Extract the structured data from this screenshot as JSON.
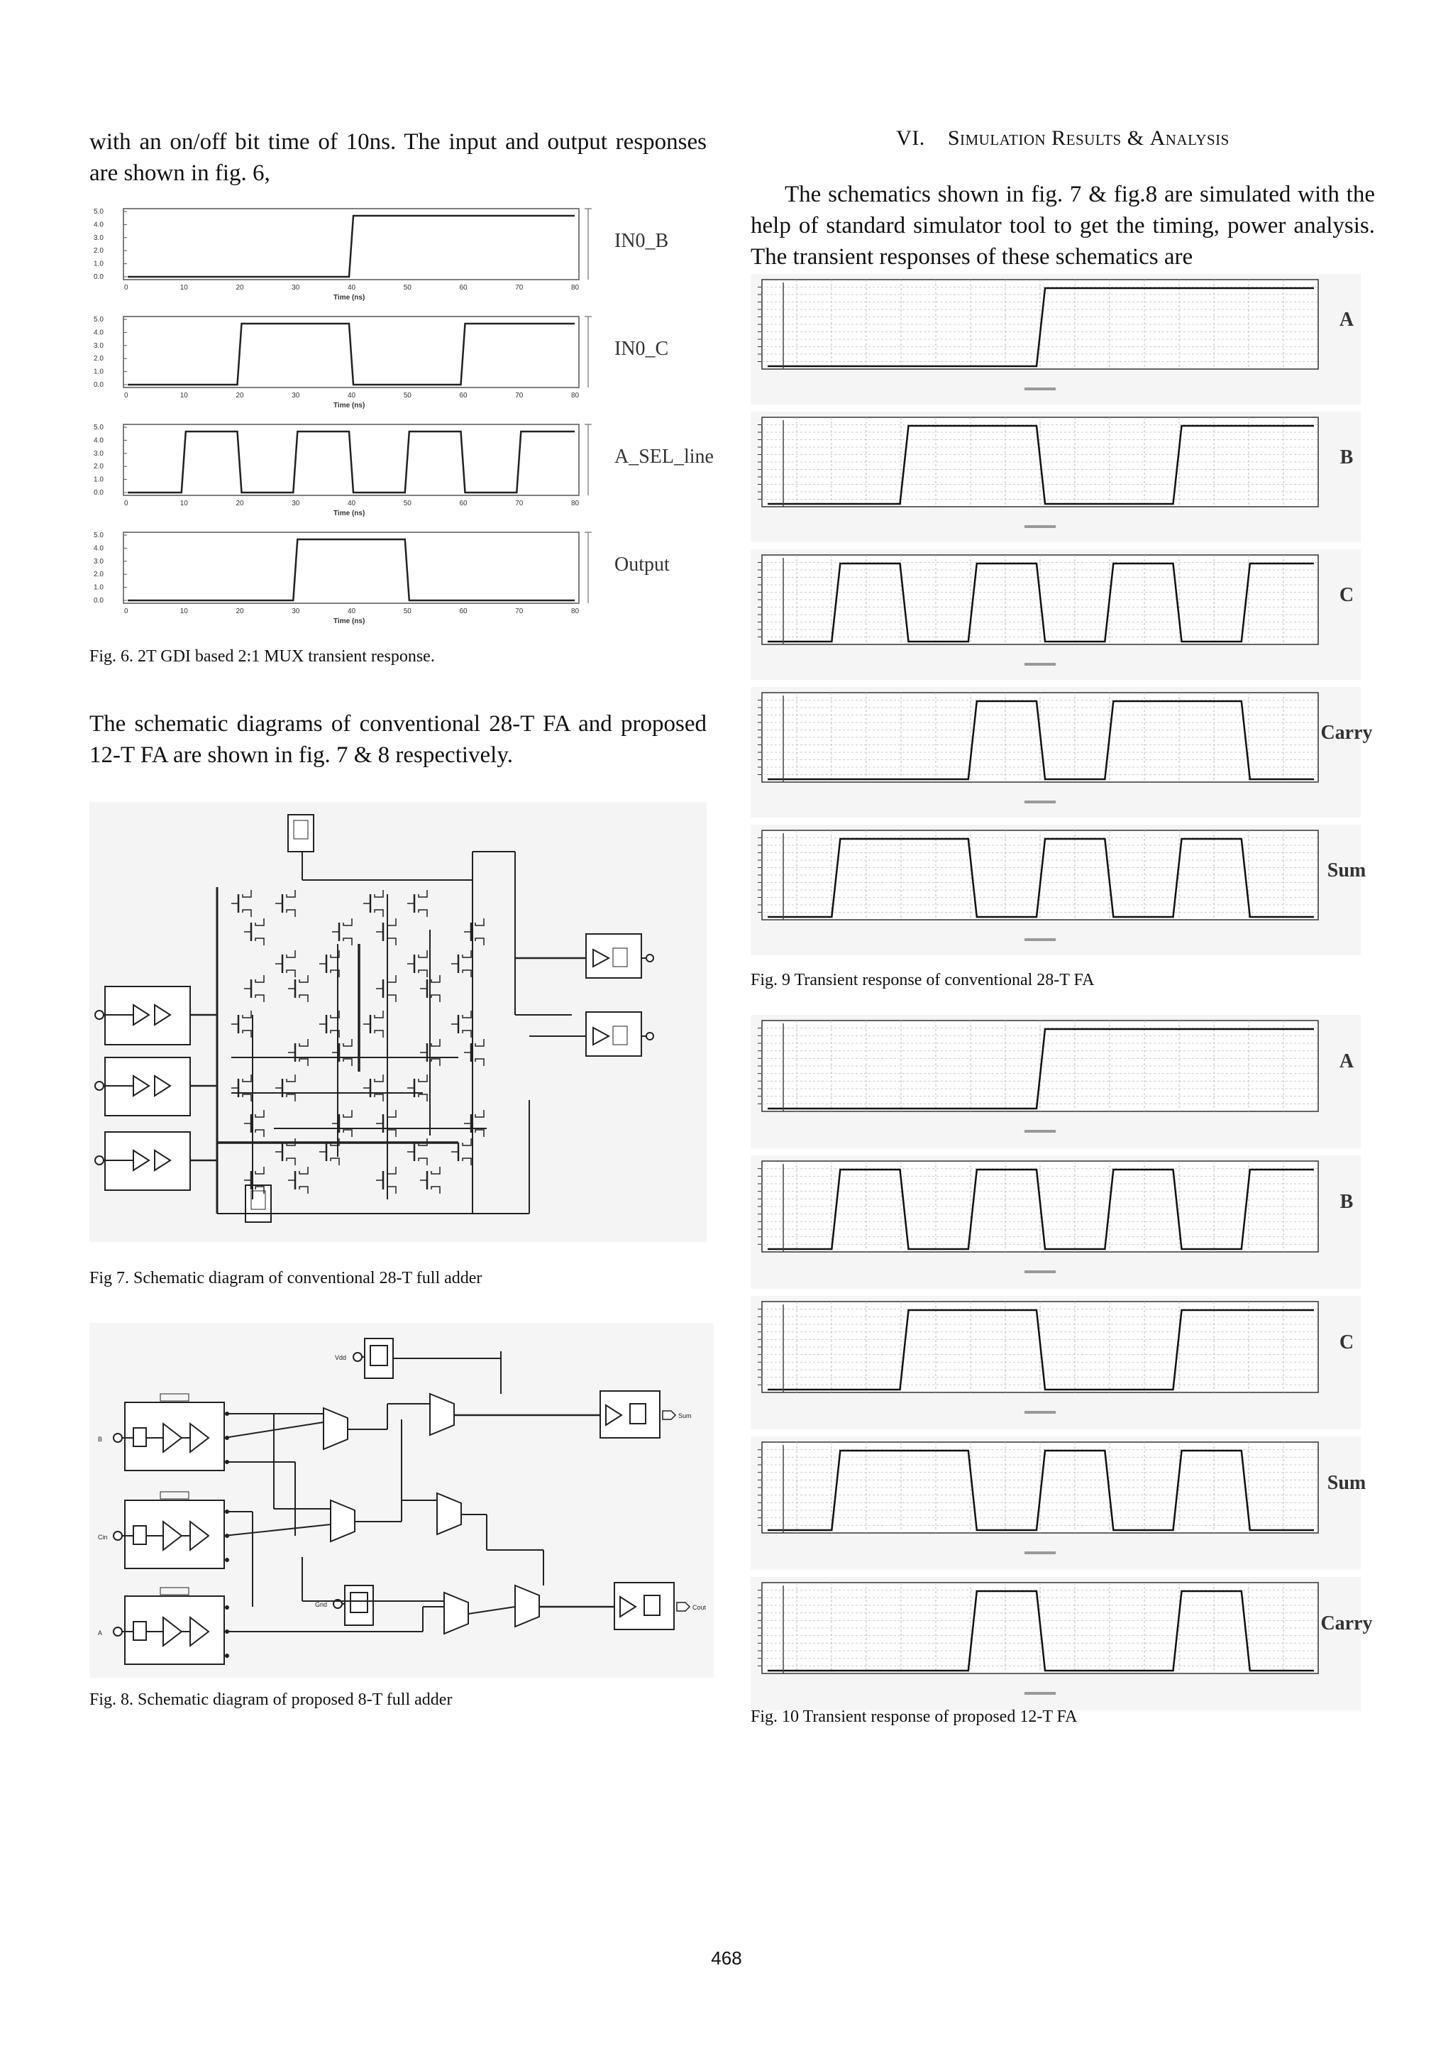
{
  "left": {
    "intro_text": "with an on/off bit time of 10ns. The input and output responses are shown in fig. 6,",
    "fig6": {
      "caption": "Fig. 6. 2T GDI based 2:1 MUX transient response.",
      "y_ticks": [
        "5.0",
        "4.0",
        "3.0",
        "2.0",
        "1.0",
        "0.0"
      ],
      "x_ticks": [
        "0",
        "10",
        "20",
        "30",
        "40",
        "50",
        "60",
        "70",
        "80"
      ],
      "x_axis_label": "Time (ns)",
      "traces": [
        {
          "label": "IN0_B",
          "transitions": [
            40
          ]
        },
        {
          "label": "IN0_C",
          "transitions": [
            20,
            40,
            60
          ]
        },
        {
          "label": "A_SEL_line",
          "transitions": [
            10,
            20,
            30,
            40,
            50,
            60,
            70
          ]
        },
        {
          "label": "Output",
          "transitions": [
            30,
            50
          ]
        }
      ]
    },
    "schematic_text": "The schematic diagrams of conventional 28-T FA and proposed 12-T FA are shown in fig. 7 & 8 respectively.",
    "fig7_caption": "Fig 7. Schematic diagram of conventional 28-T full adder",
    "fig8": {
      "caption": "Fig. 8. Schematic diagram of proposed 8-T full adder",
      "labels": {
        "vdd": "Vdd",
        "gnd": "Gnd",
        "b": "B",
        "cin": "Cin",
        "a": "A",
        "sum": "Sum",
        "cout": "Cout"
      }
    }
  },
  "right": {
    "section_number": "VI.",
    "section_title_a": "Simulation Results",
    "section_amp": "&",
    "section_title_b": "Analysis",
    "paragraph": "The schematics shown in fig. 7 & fig.8 are simulated with the help of standard simulator tool to get the timing, power analysis. The transient responses of these schematics are",
    "fig9": {
      "caption": "Fig. 9 Transient response of conventional 28-T FA",
      "traces": [
        {
          "label": "A",
          "transitions": [
            40
          ]
        },
        {
          "label": "B",
          "transitions": [
            20,
            40,
            60
          ]
        },
        {
          "label": "C",
          "transitions": [
            10,
            20,
            30,
            40,
            50,
            60,
            70
          ]
        },
        {
          "label": "Carry",
          "transitions": [
            30,
            40,
            50,
            70
          ]
        },
        {
          "label": "Sum",
          "transitions": [
            10,
            30,
            40,
            50,
            60,
            70
          ]
        }
      ]
    },
    "fig10": {
      "caption": "Fig. 10 Transient response of proposed 12-T FA",
      "traces": [
        {
          "label": "A",
          "transitions": [
            40
          ]
        },
        {
          "label": "B",
          "transitions": [
            10,
            20,
            30,
            40,
            50,
            60,
            70
          ]
        },
        {
          "label": "C",
          "transitions": [
            20,
            40,
            60
          ]
        },
        {
          "label": "Sum",
          "transitions": [
            10,
            30,
            40,
            50,
            60,
            70
          ]
        },
        {
          "label": "Carry",
          "transitions": [
            30,
            40,
            60,
            70
          ]
        }
      ]
    }
  },
  "page_number": "468"
}
